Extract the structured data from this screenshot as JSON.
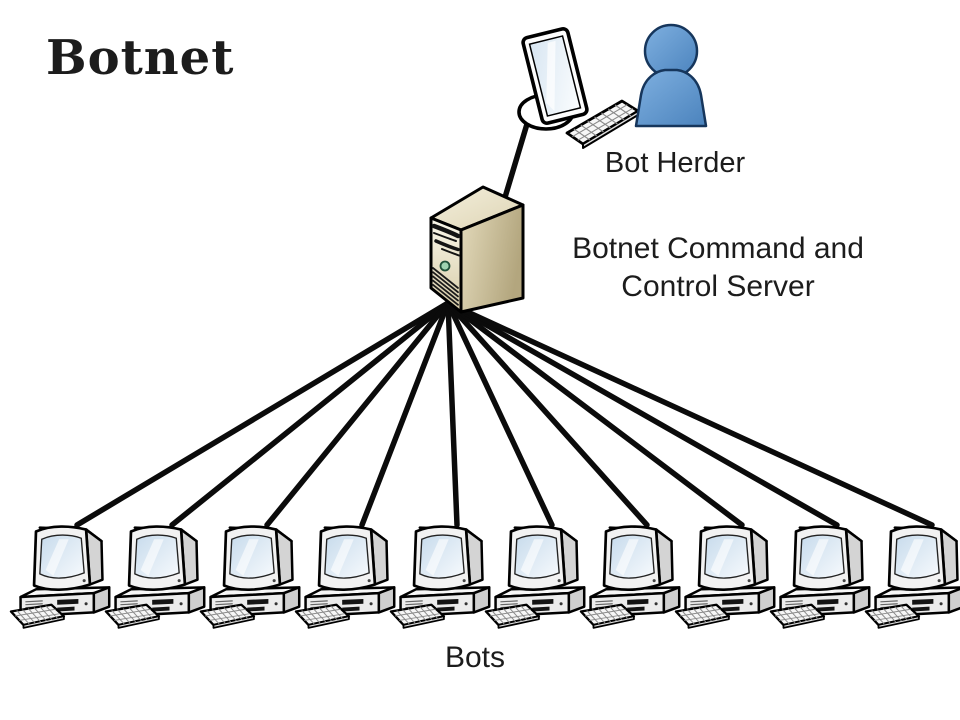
{
  "title": "Botnet",
  "actors": {
    "bot_herder": {
      "label": "Bot Herder"
    },
    "server": {
      "label_line1": "Botnet Command and",
      "label_line2": "Control Server"
    },
    "bots": {
      "label": "Bots",
      "count": 10
    }
  },
  "colors": {
    "background": "#ffffff",
    "connection_line": "#0b0b0b",
    "text": "#1c1c1c",
    "person_fill": "#5b97d4",
    "person_outline": "#16365c",
    "server_front": "#f3eedd",
    "server_side": "#c9bd98",
    "computer_body": "#f2f2f2",
    "screen_tint": "#d8e6f2"
  },
  "icons": {
    "person": "person-icon",
    "herder_computer": "monitor-and-keyboard-icon",
    "server": "server-tower-icon",
    "bot": "desktop-computer-icon"
  }
}
